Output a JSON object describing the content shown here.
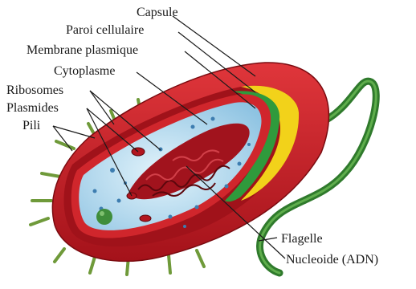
{
  "labels": {
    "capsule": "Capsule",
    "paroi": "Paroi cellulaire",
    "membrane": "Membrane plasmique",
    "cytoplasme": "Cytoplasme",
    "ribosomes": "Ribosomes",
    "plasmides": "Plasmides",
    "pili": "Pili",
    "flagelle": "Flagelle",
    "nucleoide": "Nucleoide (ADN)"
  },
  "colors": {
    "capsule": "#c8161d",
    "capsule_dark": "#8e0e14",
    "paroi": "#f2d21a",
    "membrane": "#2f9a3c",
    "cytoplasm": "#a9d4ec",
    "cytoplasm_light": "#d3ecf8",
    "nucleoid": "#a1131d",
    "pili": "#6f9a3a",
    "flagellum": "#2f7a2c",
    "ribosome": "#3d7db0"
  }
}
